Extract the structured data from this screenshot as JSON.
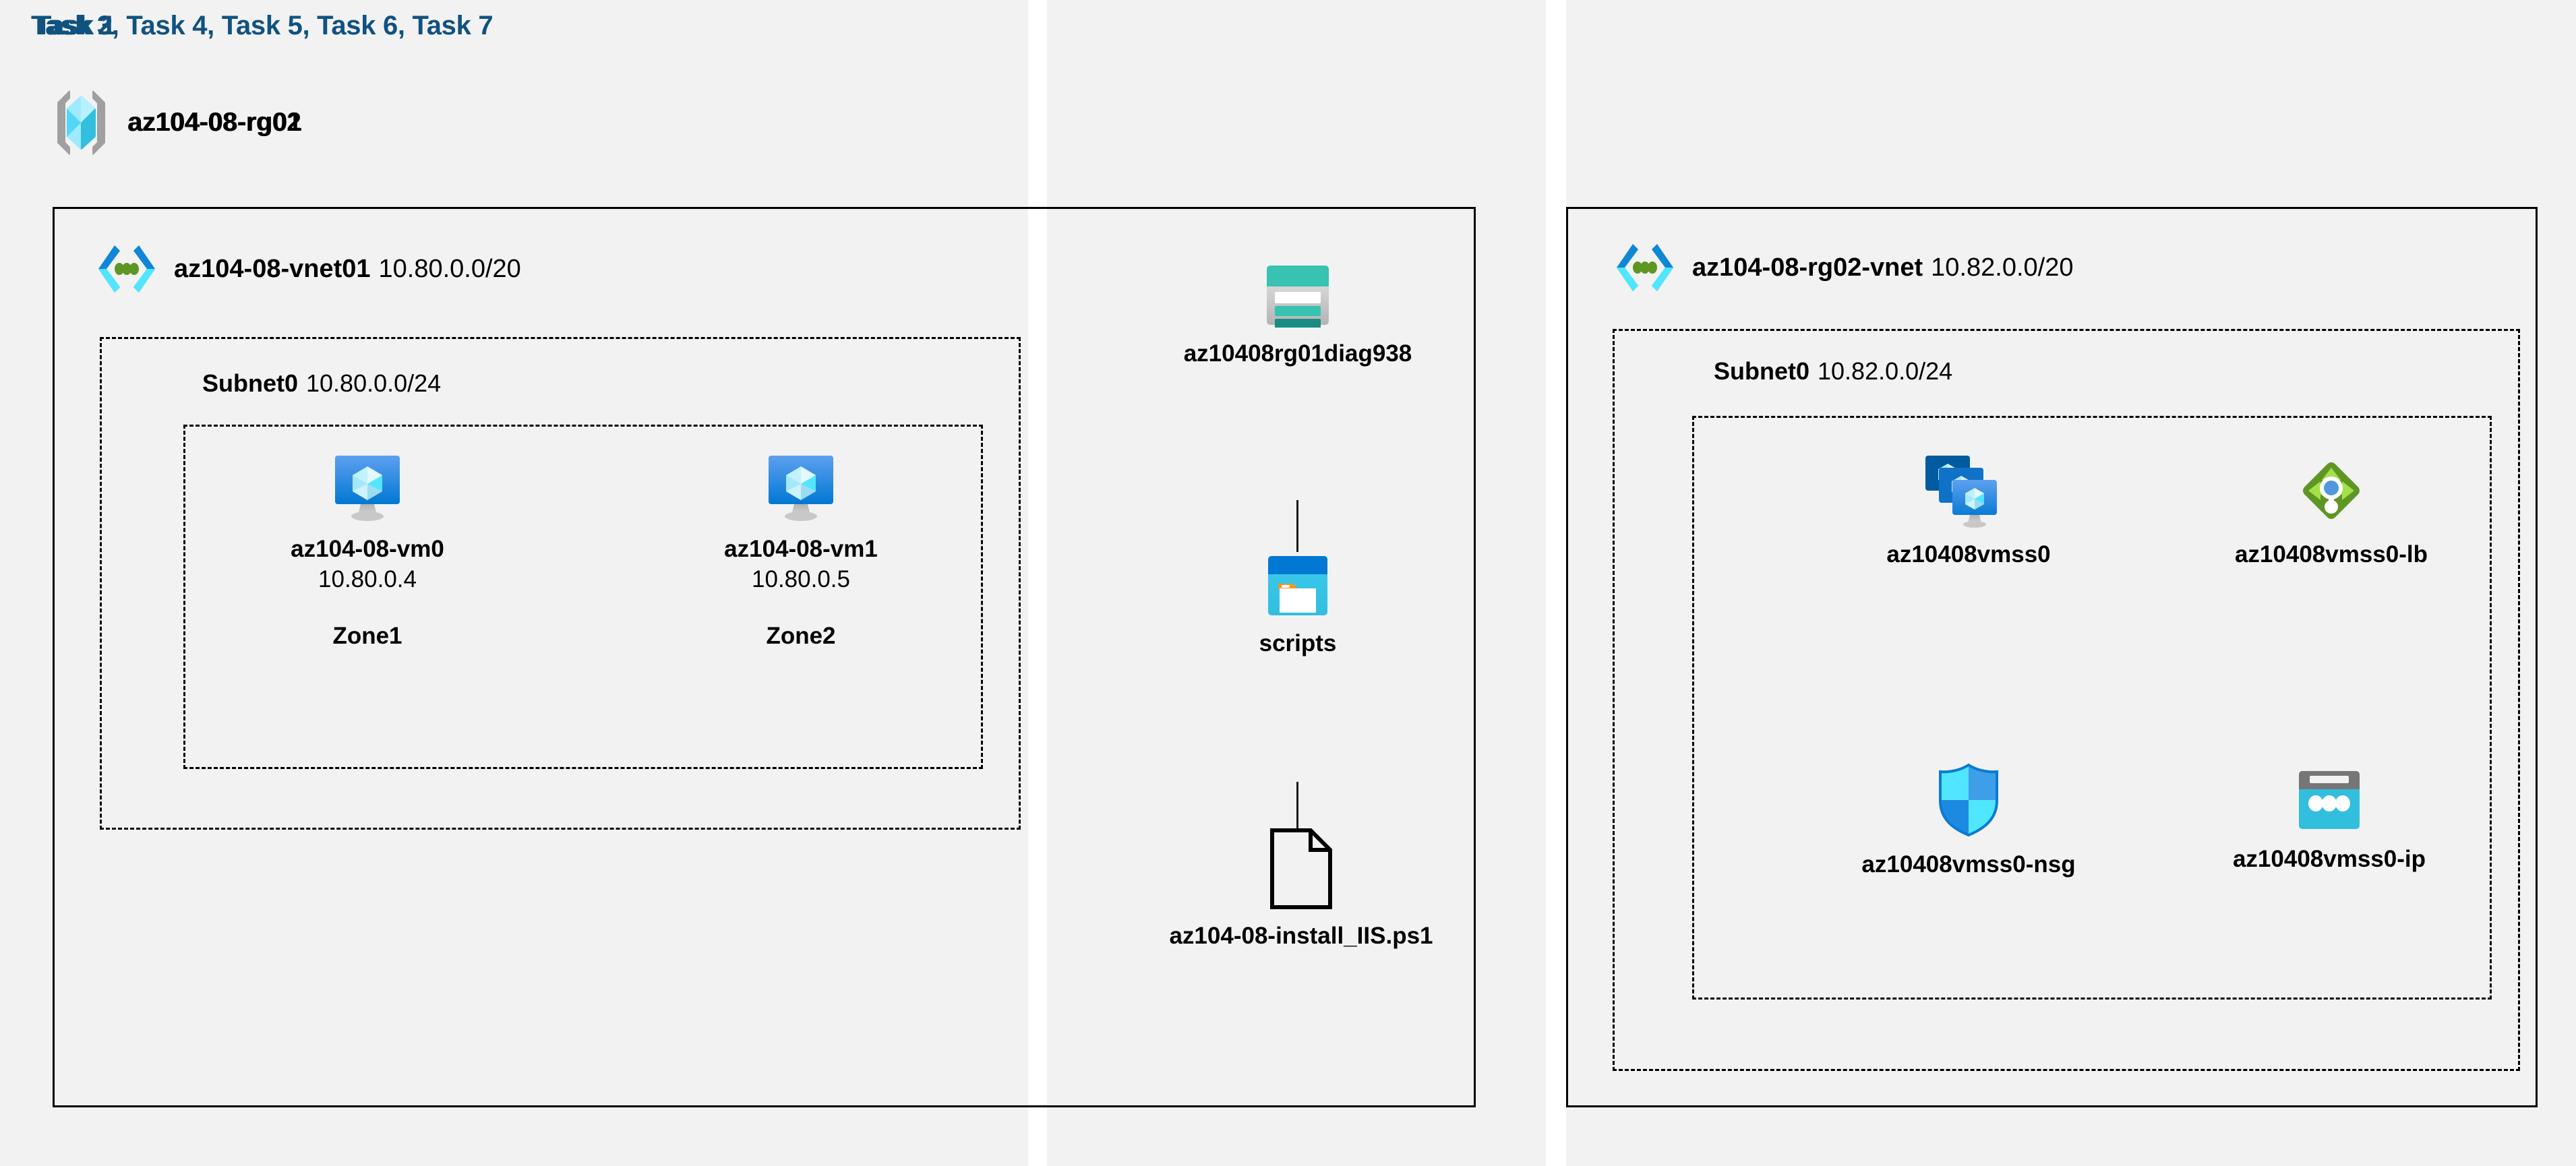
{
  "panels": {
    "task1": {
      "header": "Task 1"
    },
    "task2": {
      "header": "Task 2"
    },
    "task37": {
      "header": "Task 3, Task 4, Task 5, Task 6, Task 7"
    }
  },
  "resource_groups": [
    {
      "name": "az104-08-rg01",
      "icon": "resource-group-icon"
    },
    {
      "name": "az104-08-rg02",
      "icon": "resource-group-icon"
    }
  ],
  "vnets": [
    {
      "name": "az104-08-vnet01",
      "cidr": "10.80.0.0/20",
      "icon": "virtual-network-icon"
    },
    {
      "name": "az104-08-rg02-vnet",
      "cidr": "10.82.0.0/20",
      "icon": "virtual-network-icon"
    }
  ],
  "subnets": [
    {
      "name": "Subnet0",
      "cidr": "10.80.0.0/24"
    },
    {
      "name": "Subnet0",
      "cidr": "10.82.0.0/24"
    }
  ],
  "vms": [
    {
      "name": "az104-08-vm0",
      "ip": "10.80.0.4",
      "zone": "Zone1",
      "icon": "virtual-machine-icon"
    },
    {
      "name": "az104-08-vm1",
      "ip": "10.80.0.5",
      "zone": "Zone2",
      "icon": "virtual-machine-icon"
    }
  ],
  "storage": {
    "account": {
      "name": "az10408rg01diag938",
      "icon": "storage-account-icon"
    },
    "container": {
      "name": "scripts",
      "icon": "blob-container-icon"
    },
    "file": {
      "name": "az104-08-install_IIS.ps1",
      "icon": "file-icon"
    }
  },
  "vmss_resources": [
    {
      "name": "az10408vmss0",
      "icon": "vm-scale-set-icon"
    },
    {
      "name": "az10408vmss0-lb",
      "icon": "load-balancer-icon"
    },
    {
      "name": "az10408vmss0-nsg",
      "icon": "network-security-group-icon"
    },
    {
      "name": "az10408vmss0-ip",
      "icon": "public-ip-address-icon"
    }
  ],
  "colors": {
    "task_header": "#10527f",
    "panel_background": "#f2f2f2",
    "azure_blue": "#0078d4",
    "cyan": "#32bedd",
    "teal": "#37c2b1",
    "green": "#6bb434",
    "gray": "#767676"
  }
}
